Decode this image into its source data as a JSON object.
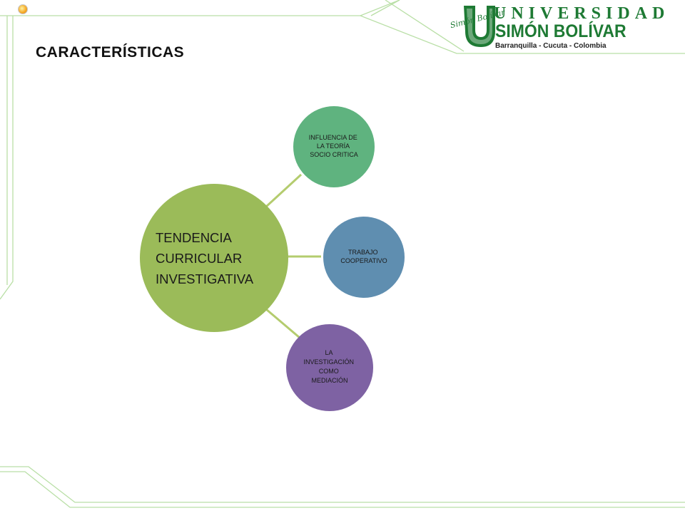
{
  "slide": {
    "title": "CARACTERÍSTICAS"
  },
  "logo": {
    "line1": "UNIVERSIDAD",
    "line2": "SIMÓN BOLÍVAR",
    "cities": "Barranquilla - Cucuta - Colombia",
    "script": "Simón Bolívar",
    "bullet_icon": "orange-bullet-icon",
    "mark_icon": "university-u-icon"
  },
  "diagram": {
    "center": {
      "lines": [
        "TENDENCIA",
        "CURRICULAR",
        "INVESTIGATIVA"
      ],
      "color": "#9bbb59"
    },
    "nodes": [
      {
        "lines": [
          "INFLUENCIA DE",
          "LA TEORÍA",
          "SOCIO CRITICA"
        ],
        "color": "#5fb37f"
      },
      {
        "lines": [
          "TRABAJO",
          "COOPERATIVO"
        ],
        "color": "#5f8eb0"
      },
      {
        "lines": [
          "LA",
          "INVESTIGACIÓN",
          "COMO",
          "MEDIACIÓN"
        ],
        "color": "#7e62a3"
      }
    ],
    "connector_color": "#b4cc6e"
  },
  "colors": {
    "frame_line": "#b9dfa6",
    "logo_green": "#1e7a34"
  }
}
